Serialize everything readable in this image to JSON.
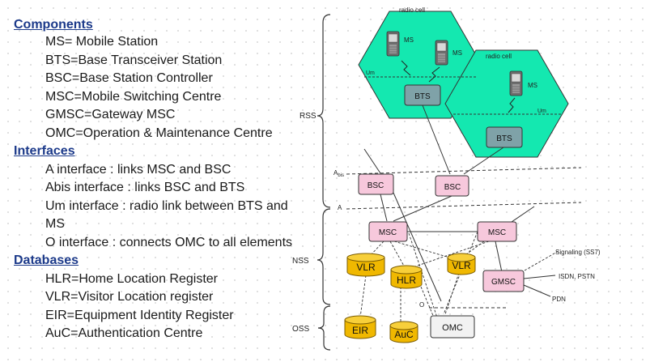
{
  "legend": {
    "components": {
      "heading": "Components",
      "items": [
        "MS= Mobile Station",
        "BTS=Base Transceiver Station",
        "BSC=Base Station Controller",
        "MSC=Mobile Switching Centre",
        "GMSC=Gateway MSC",
        "OMC=Operation & Maintenance Centre"
      ]
    },
    "interfaces": {
      "heading": "Interfaces",
      "items": [
        "A interface : links MSC and BSC",
        "Abis interface : links BSC and BTS",
        "Um interface : radio link between BTS and",
        "MS",
        "O interface : connects OMC to all elements"
      ]
    },
    "databases": {
      "heading": "Databases",
      "items": [
        "HLR=Home Location Register",
        "VLR=Visitor Location register",
        "EIR=Equipment Identity Register",
        "AuC=Authentication Centre"
      ]
    }
  },
  "diagram": {
    "subsystems": {
      "rss": "RSS",
      "nss": "NSS",
      "oss": "OSS"
    },
    "cells": {
      "label_1": "radio cell",
      "label_2": "radio cell"
    },
    "ms_labels": {
      "ms_1": "MS",
      "ms_2": "MS",
      "ms_3": "MS"
    },
    "interfaces": {
      "um_1": "Um",
      "um_2": "Um",
      "abis_main": "A",
      "abis_sub": "bis",
      "a": "A",
      "o": "O"
    },
    "nodes": {
      "bts_1": "BTS",
      "bts_2": "BTS",
      "bsc_1": "BSC",
      "bsc_2": "BSC",
      "msc_1": "MSC",
      "msc_2": "MSC",
      "gmsc": "GMSC",
      "omc": "OMC"
    },
    "databases": {
      "vlr_1": "VLR",
      "vlr_2": "VLR",
      "hlr": "HLR",
      "eir": "EIR",
      "auc": "AuC"
    },
    "external": {
      "signaling": "Signaling (SS7)",
      "isdn": "ISDN, PSTN",
      "pdn": "PDN"
    }
  },
  "colors": {
    "heading": "#1c3a8a",
    "cell_fill": "#14e8b0",
    "bts_fill": "#7fa2a8",
    "bsc_msc_fill": "#f7c8dc",
    "db_fill": "#f0b800",
    "omc_fill": "#f2f2f2"
  }
}
